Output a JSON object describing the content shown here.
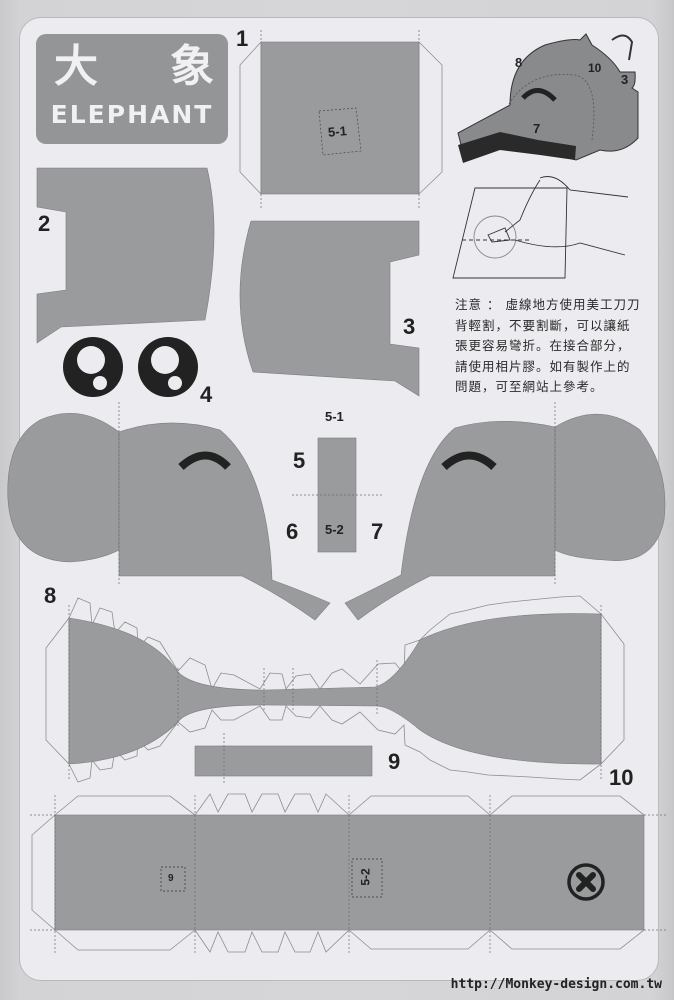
{
  "sheet": {
    "title_chars": [
      "大",
      "象"
    ],
    "title_en": "ELEPHANT",
    "url": "http://Monkey-design.com.tw"
  },
  "pieces": {
    "p1": "1",
    "p2": "2",
    "p3": "3",
    "p4": "4",
    "p5": "5",
    "p6": "6",
    "p7": "7",
    "p8": "8",
    "p9": "9",
    "p10": "10",
    "label_5_1": "5-1",
    "label_5_2": "5-2",
    "label_9": "9"
  },
  "preview": {
    "labels": [
      "8",
      "10",
      "3",
      "7"
    ]
  },
  "instructions": {
    "lines": [
      "注意 ： 虛線地方使用美工刀刀",
      "背輕割，不要割斷，可以讓紙",
      "張更容易彎折。在接合部分，",
      "請使用相片膠。如有製作上的",
      "問題，可至網站上參考。"
    ]
  },
  "icons": {
    "eye": "eye-icon",
    "smile": "arc-eye-icon",
    "close": "circle-x-icon",
    "hand": "hand-cutting-icon"
  },
  "colors": {
    "background": "#d6d6d8",
    "sheet": "#ecebef",
    "piece_fill": "#999b9d",
    "title_box": "#939597",
    "ink": "#222222"
  }
}
